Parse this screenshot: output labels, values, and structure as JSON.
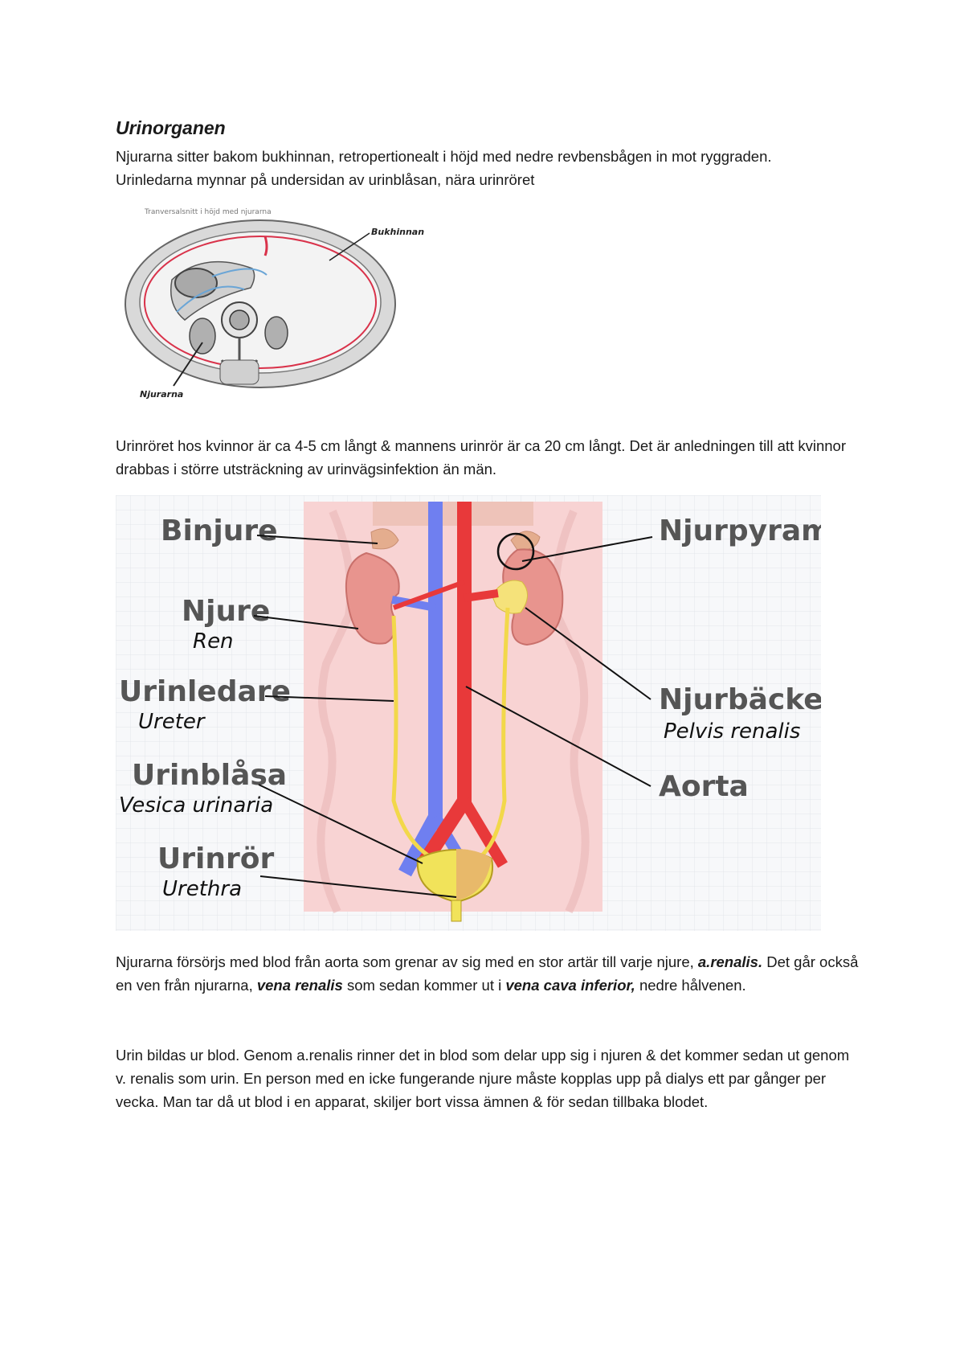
{
  "title": "Urinorganen",
  "intro": {
    "line1": "Njurarna sitter bakom bukhinnan, retropertionealt i höjd med nedre revbensbågen in mot ryggraden.",
    "line2": "Urinledarna mynnar på undersidan av urinblåsan, nära urinröret"
  },
  "figure1": {
    "caption": "Tranversalsnitt i höjd med njurarna",
    "label_bukhinnan": "Bukhinnan",
    "label_njurarna": "Njurarna"
  },
  "para_urethra": "Urinröret hos kvinnor är ca 4-5 cm långt & mannens urinrör är ca 20 cm långt. Det är anledningen till att kvinnor drabbas i större utsträckning av urinvägsinfektion än män.",
  "figure2": {
    "binjure": "Binjure",
    "njure": "Njure",
    "ren": "Ren",
    "urinledare": "Urinledare",
    "ureter": "Ureter",
    "urinblasa": "Urinblåsa",
    "vesica": "Vesica urinaria",
    "urinror": "Urinrör",
    "urethra": "Urethra",
    "njurpyramid": "Njurpyramid",
    "njurbacken": "Njurbäcken",
    "pelvis": "Pelvis renalis",
    "aorta": "Aorta"
  },
  "para_blood": {
    "s1": "Njurarna försörjs med blod från aorta som grenar av sig med en stor artär till varje njure, ",
    "s1_em": "a.renalis.",
    "s2": " Det går också en ven från njurarna, ",
    "s2_em": "vena renalis",
    "s3": " som sedan kommer ut i ",
    "s3_em": "vena cava inferior,",
    "s4": " nedre hålvenen."
  },
  "para_urine": "Urin bildas ur blod. Genom a.renalis rinner det in blod som delar upp sig i njuren & det kommer sedan ut genom v. renalis som urin. En person med en icke fungerande njure måste kopplas upp på dialys ett par gånger per vecka. Man tar då ut blod i en apparat, skiljer bort vissa ämnen & för sedan tillbaka blodet."
}
